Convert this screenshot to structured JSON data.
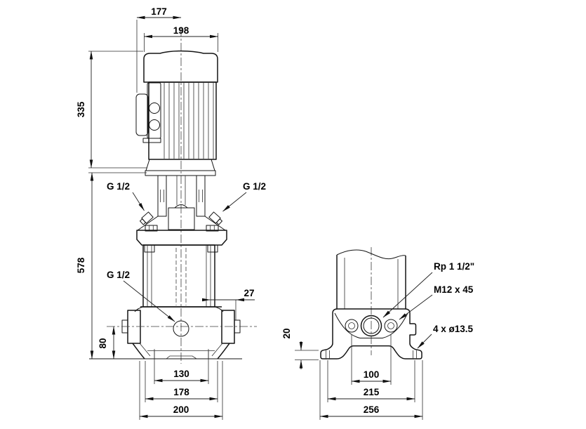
{
  "drawing": {
    "kind": "pump dimensional drawing",
    "views": [
      "front elevation",
      "base end view"
    ],
    "unit_note": ""
  },
  "colors": {
    "background": "#ffffff",
    "line": "#141414",
    "dimension": "#1f1f1f"
  },
  "front_view": {
    "dim_177": "177",
    "dim_198": "198",
    "dim_335": "335",
    "dim_578": "578",
    "dim_27": "27",
    "dim_80": "80",
    "dim_130": "130",
    "dim_178": "178",
    "dim_200": "200",
    "label_vent_left": "G 1/2",
    "label_vent_right": "G 1/2",
    "label_drain": "G 1/2"
  },
  "end_view": {
    "dim_20": "20",
    "dim_100": "100",
    "dim_215": "215",
    "dim_256": "256",
    "label_port_thread": "Rp 1 1/2\"",
    "label_bolt": "M12 x 45",
    "label_foot_holes": "4 x ø13.5"
  }
}
